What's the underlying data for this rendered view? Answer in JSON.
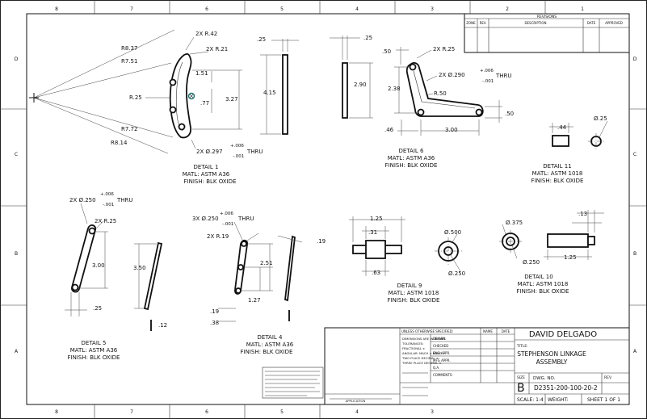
{
  "border": {
    "columns": [
      "8",
      "7",
      "6",
      "5",
      "4",
      "3",
      "2",
      "1"
    ],
    "rows": [
      "D",
      "C",
      "B",
      "A"
    ]
  },
  "revisions": {
    "title": "REVISIONS",
    "headers": [
      "ZONE",
      "REV.",
      "DESCRIPTION",
      "DATE",
      "APPROVED"
    ]
  },
  "details": [
    {
      "title": "DETAIL 1",
      "material": "MATL: ASTM A36",
      "finish": "FINISH: BLK OXIDE"
    },
    {
      "title": "DETAIL 6",
      "material": "MATL: ASTM A36",
      "finish": "FINISH: BLK OXIDE"
    },
    {
      "title": "DETAIL 11",
      "material": "MATL: ASTM 1018",
      "finish": "FINISH: BLK OXIDE"
    },
    {
      "title": "DETAIL 5",
      "material": "MATL: ASTM A36",
      "finish": "FINISH: BLK OXIDE"
    },
    {
      "title": "DETAIL 4",
      "material": "MATL: ASTM A36",
      "finish": "FINISH: BLK OXIDE"
    },
    {
      "title": "DETAIL 9",
      "material": "MATL: ASTM 1018",
      "finish": "FINISH: BLK OXIDE"
    },
    {
      "title": "DETAIL 10",
      "material": "MATL: ASTM 1018",
      "finish": "FINISH: BLK OXIDE"
    }
  ],
  "dims": {
    "d1": {
      "r_2x42": "2X R.42",
      "r_2x21": "2X R.21",
      "r837": "R8.37",
      "r751": "R7.51",
      "r25": "R.25",
      "r772": "R7.72",
      "r814": "R8.14",
      "d151": "1.51",
      "d77": ".77",
      "d327": "3.27",
      "hole_dia": "2X Ø.297",
      "tol_plus": "+.006",
      "tol_minus": "-.001",
      "thru": "THRU"
    },
    "d1side": {
      "t25": ".25",
      "len": "4.15"
    },
    "d6side": {
      "t25": ".25",
      "h290": "2.90"
    },
    "d6": {
      "d50": ".50",
      "r_2x25": "2X R.25",
      "d238": "2.38",
      "hole_dia": "2X Ø.290",
      "tol_plus": "+.006",
      "tol_minus": "-.001",
      "thru": "THRU",
      "r50": "R.50",
      "d50b": ".50",
      "d46": ".46",
      "d300": "3.00"
    },
    "d11": {
      "d44": ".44",
      "dia25": "Ø.25"
    },
    "d5": {
      "hole_dia": "2X Ø.250",
      "tol_plus": "+.006",
      "tol_minus": "-.001",
      "thru": "THRU",
      "r_2x25": "2X R.25",
      "d300": "3.00",
      "d25": ".25",
      "d350": "3.50",
      "d12": ".12"
    },
    "d4": {
      "hole_dia": "3X Ø.250",
      "tol_plus": "+.006",
      "tol_minus": "-.001",
      "thru": "THRU",
      "r_2x19": "2X R.19",
      "d19": ".19",
      "d251": "2.51",
      "d127": "1.27",
      "d19b": ".19",
      "d38": ".38"
    },
    "d9": {
      "d125": "1.25",
      "d31": ".31",
      "d63": ".63",
      "dia500": "Ø.500",
      "dia250": "Ø.250"
    },
    "d10": {
      "dia375": "Ø.375",
      "dia250": "Ø.250",
      "d13": ".13",
      "d125": "1.25"
    }
  },
  "title_block": {
    "notes_title": "UNLESS OTHERWISE SPECIFIED:",
    "notes": [
      "DIMENSIONS ARE IN INCHES",
      "TOLERANCES:",
      "FRACTIONAL ±",
      "ANGULAR: MACH ±  BEND ±",
      "TWO PLACE DECIMAL ±",
      "THREE PLACE DECIMAL ±"
    ],
    "roles": [
      "DRAWN",
      "CHECKED",
      "ENG APPR.",
      "MFG APPR.",
      "Q.A.",
      "COMMENTS:"
    ],
    "name_hdr": "NAME",
    "date_hdr": "DATE",
    "company": "DAVID DELGADO",
    "title_label": "TITLE:",
    "title_line1": "STEPHENSON LINKAGE",
    "title_line2": "ASSEMBLY",
    "size_label": "SIZE",
    "size": "B",
    "dwg_label": "DWG. NO.",
    "dwg_no": "D2351-200-100-20-2",
    "rev_label": "REV",
    "scale": "SCALE: 1:4",
    "weight": "WEIGHT:",
    "sheet": "SHEET 1 OF 1",
    "application": "APPLICATION"
  }
}
